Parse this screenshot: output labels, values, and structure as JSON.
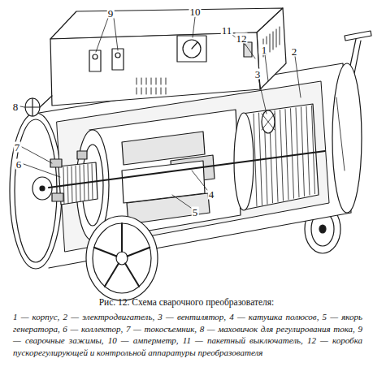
{
  "diagram": {
    "caption": "Рис. 12. Схема сварочного преобразователя:",
    "labels": [
      "9",
      "10",
      "11",
      "12",
      "1",
      "2",
      "3",
      "8",
      "7",
      "6",
      "4",
      "5",
      "1 — корпус, 2 — электродвигатель, 3 — вентилятор, 4 — катушка полюсов, 5 — якорь генератора, 6 — коллектор, 7 — токосъемник, 8 — маховичок для регулирования тока, 9 — сварочные зажимы, 10 — амперметр, 11 — пакетный выключатель, 12 — коробка пускорегулирующей и контрольной аппаратуры преобразователя"
    ]
  }
}
